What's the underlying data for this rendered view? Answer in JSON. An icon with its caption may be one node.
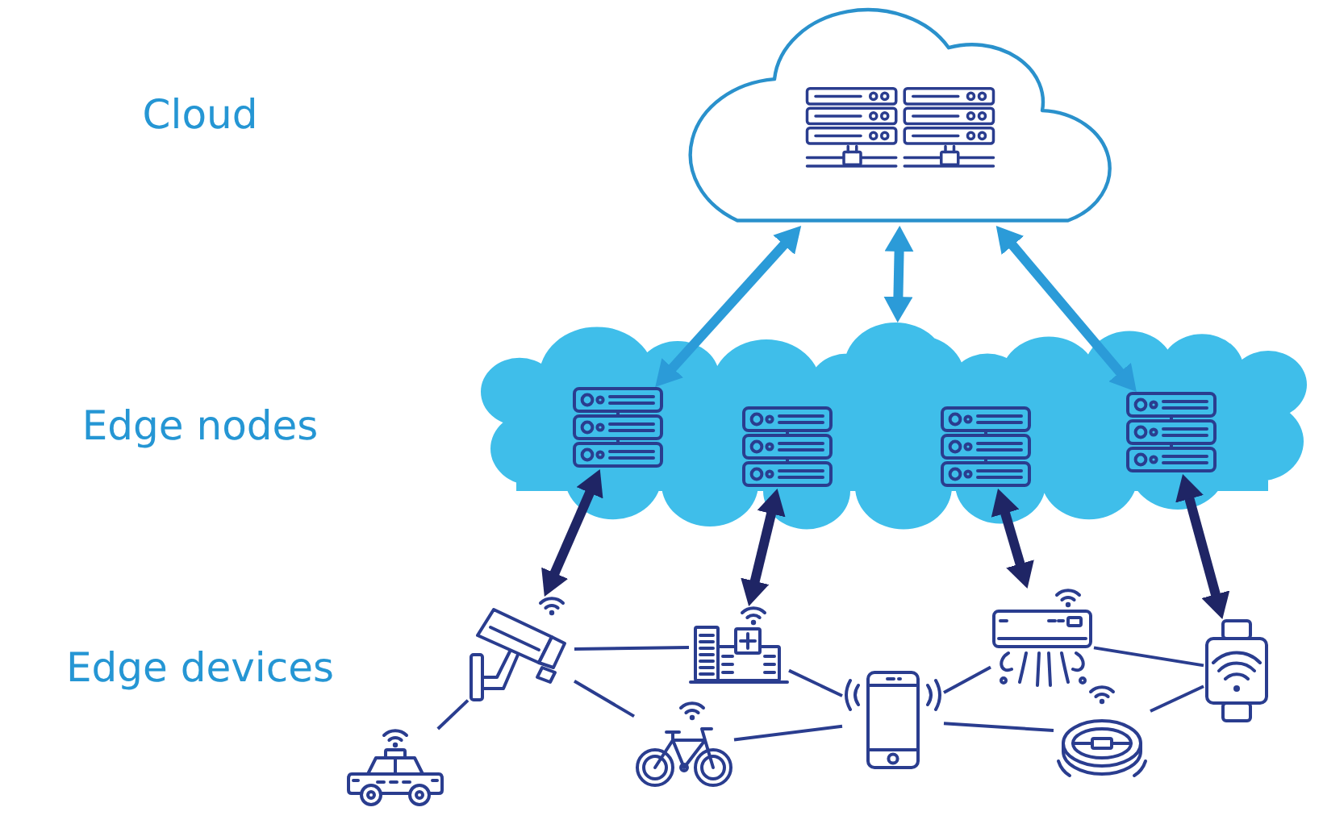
{
  "diagram": {
    "nodes": [
      {
        "text": [],
        "shape": "cloud"
      },
      {
        "text": [],
        "shape": "cloud"
      },
      {
        "text": [],
        "shape": "picture",
        "in": 1
      },
      {
        "text": [],
        "shape": "picture",
        "in": 1
      },
      {
        "text": [],
        "shape": "picture",
        "in": 1
      },
      {
        "text": [],
        "shape": "picture",
        "in": 1
      },
      {
        "text": [],
        "shape": "picture"
      },
      {
        "text": [],
        "shape": "picture"
      },
      {
        "text": [],
        "shape": "picture"
      },
      {
        "text": [],
        "shape": "picture"
      },
      {
        "text": [],
        "shape": "picture"
      },
      {
        "text": [],
        "shape": "picture"
      },
      {
        "text": [],
        "shape": "picture"
      },
      {
        "text": [],
        "shape": "picture"
      }
    ],
    "edges": [
      {
        "from": 0,
        "to": 2,
        "arrow": "both",
        "style": "thick",
        "color": "#2b9bd8"
      },
      {
        "from": 0,
        "to": 1,
        "arrow": "both",
        "style": "thick",
        "color": "#2b9bd8"
      },
      {
        "from": 0,
        "to": 5,
        "arrow": "both",
        "style": "thick",
        "color": "#2b9bd8"
      },
      {
        "from": 2,
        "to": 6,
        "arrow": "both",
        "style": "thick",
        "color": "#1f2565"
      },
      {
        "from": 3,
        "to": 7,
        "arrow": "both",
        "style": "thick",
        "color": "#1f2565"
      },
      {
        "from": 4,
        "to": 8,
        "arrow": "both",
        "style": "thick",
        "color": "#1f2565"
      },
      {
        "from": 5,
        "to": 9,
        "arrow": "both",
        "style": "thick",
        "color": "#1f2565"
      },
      {
        "from": 6,
        "to": 7,
        "arrow": "none"
      },
      {
        "from": 6,
        "to": 11,
        "arrow": "none"
      },
      {
        "from": 6,
        "to": 10,
        "arrow": "none"
      },
      {
        "from": 7,
        "to": 12,
        "arrow": "none"
      },
      {
        "from": 12,
        "to": 11,
        "arrow": "none"
      },
      {
        "from": 8,
        "to": 12,
        "arrow": "none"
      },
      {
        "from": 12,
        "to": 13,
        "arrow": "none"
      },
      {
        "from": 8,
        "to": 9,
        "arrow": "none"
      },
      {
        "from": 9,
        "to": 13,
        "arrow": "none"
      }
    ],
    "labels": [
      "Cloud",
      "Edge nodes",
      "Edge devices"
    ]
  }
}
